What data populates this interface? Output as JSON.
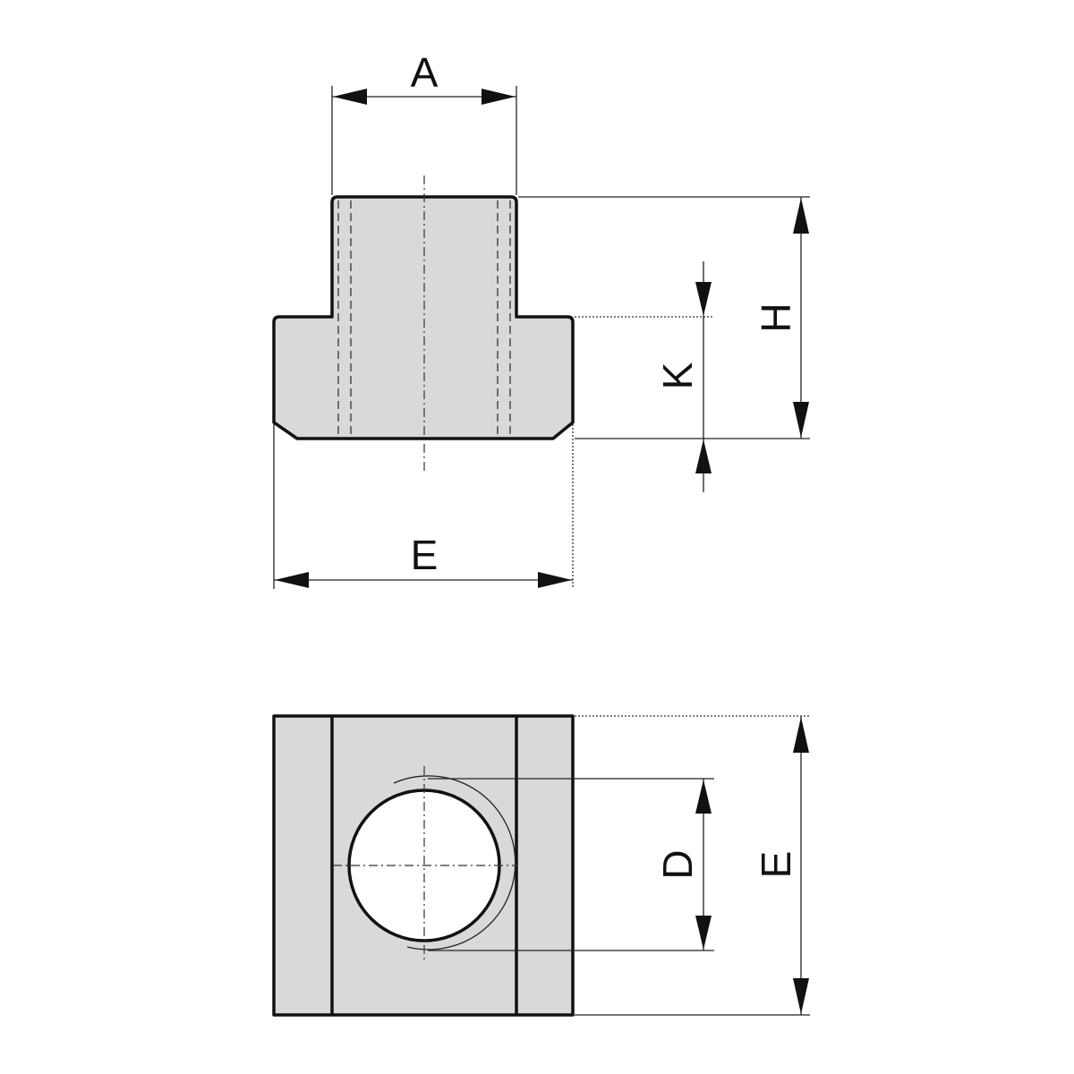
{
  "labels": {
    "width_A": "A",
    "height_H": "H",
    "height_K": "K",
    "width_E_side": "E",
    "diameter_D": "D",
    "width_E_top": "E"
  },
  "colors": {
    "part_fill": "#d9d9d9",
    "line": "#111111",
    "background": "#ffffff"
  }
}
